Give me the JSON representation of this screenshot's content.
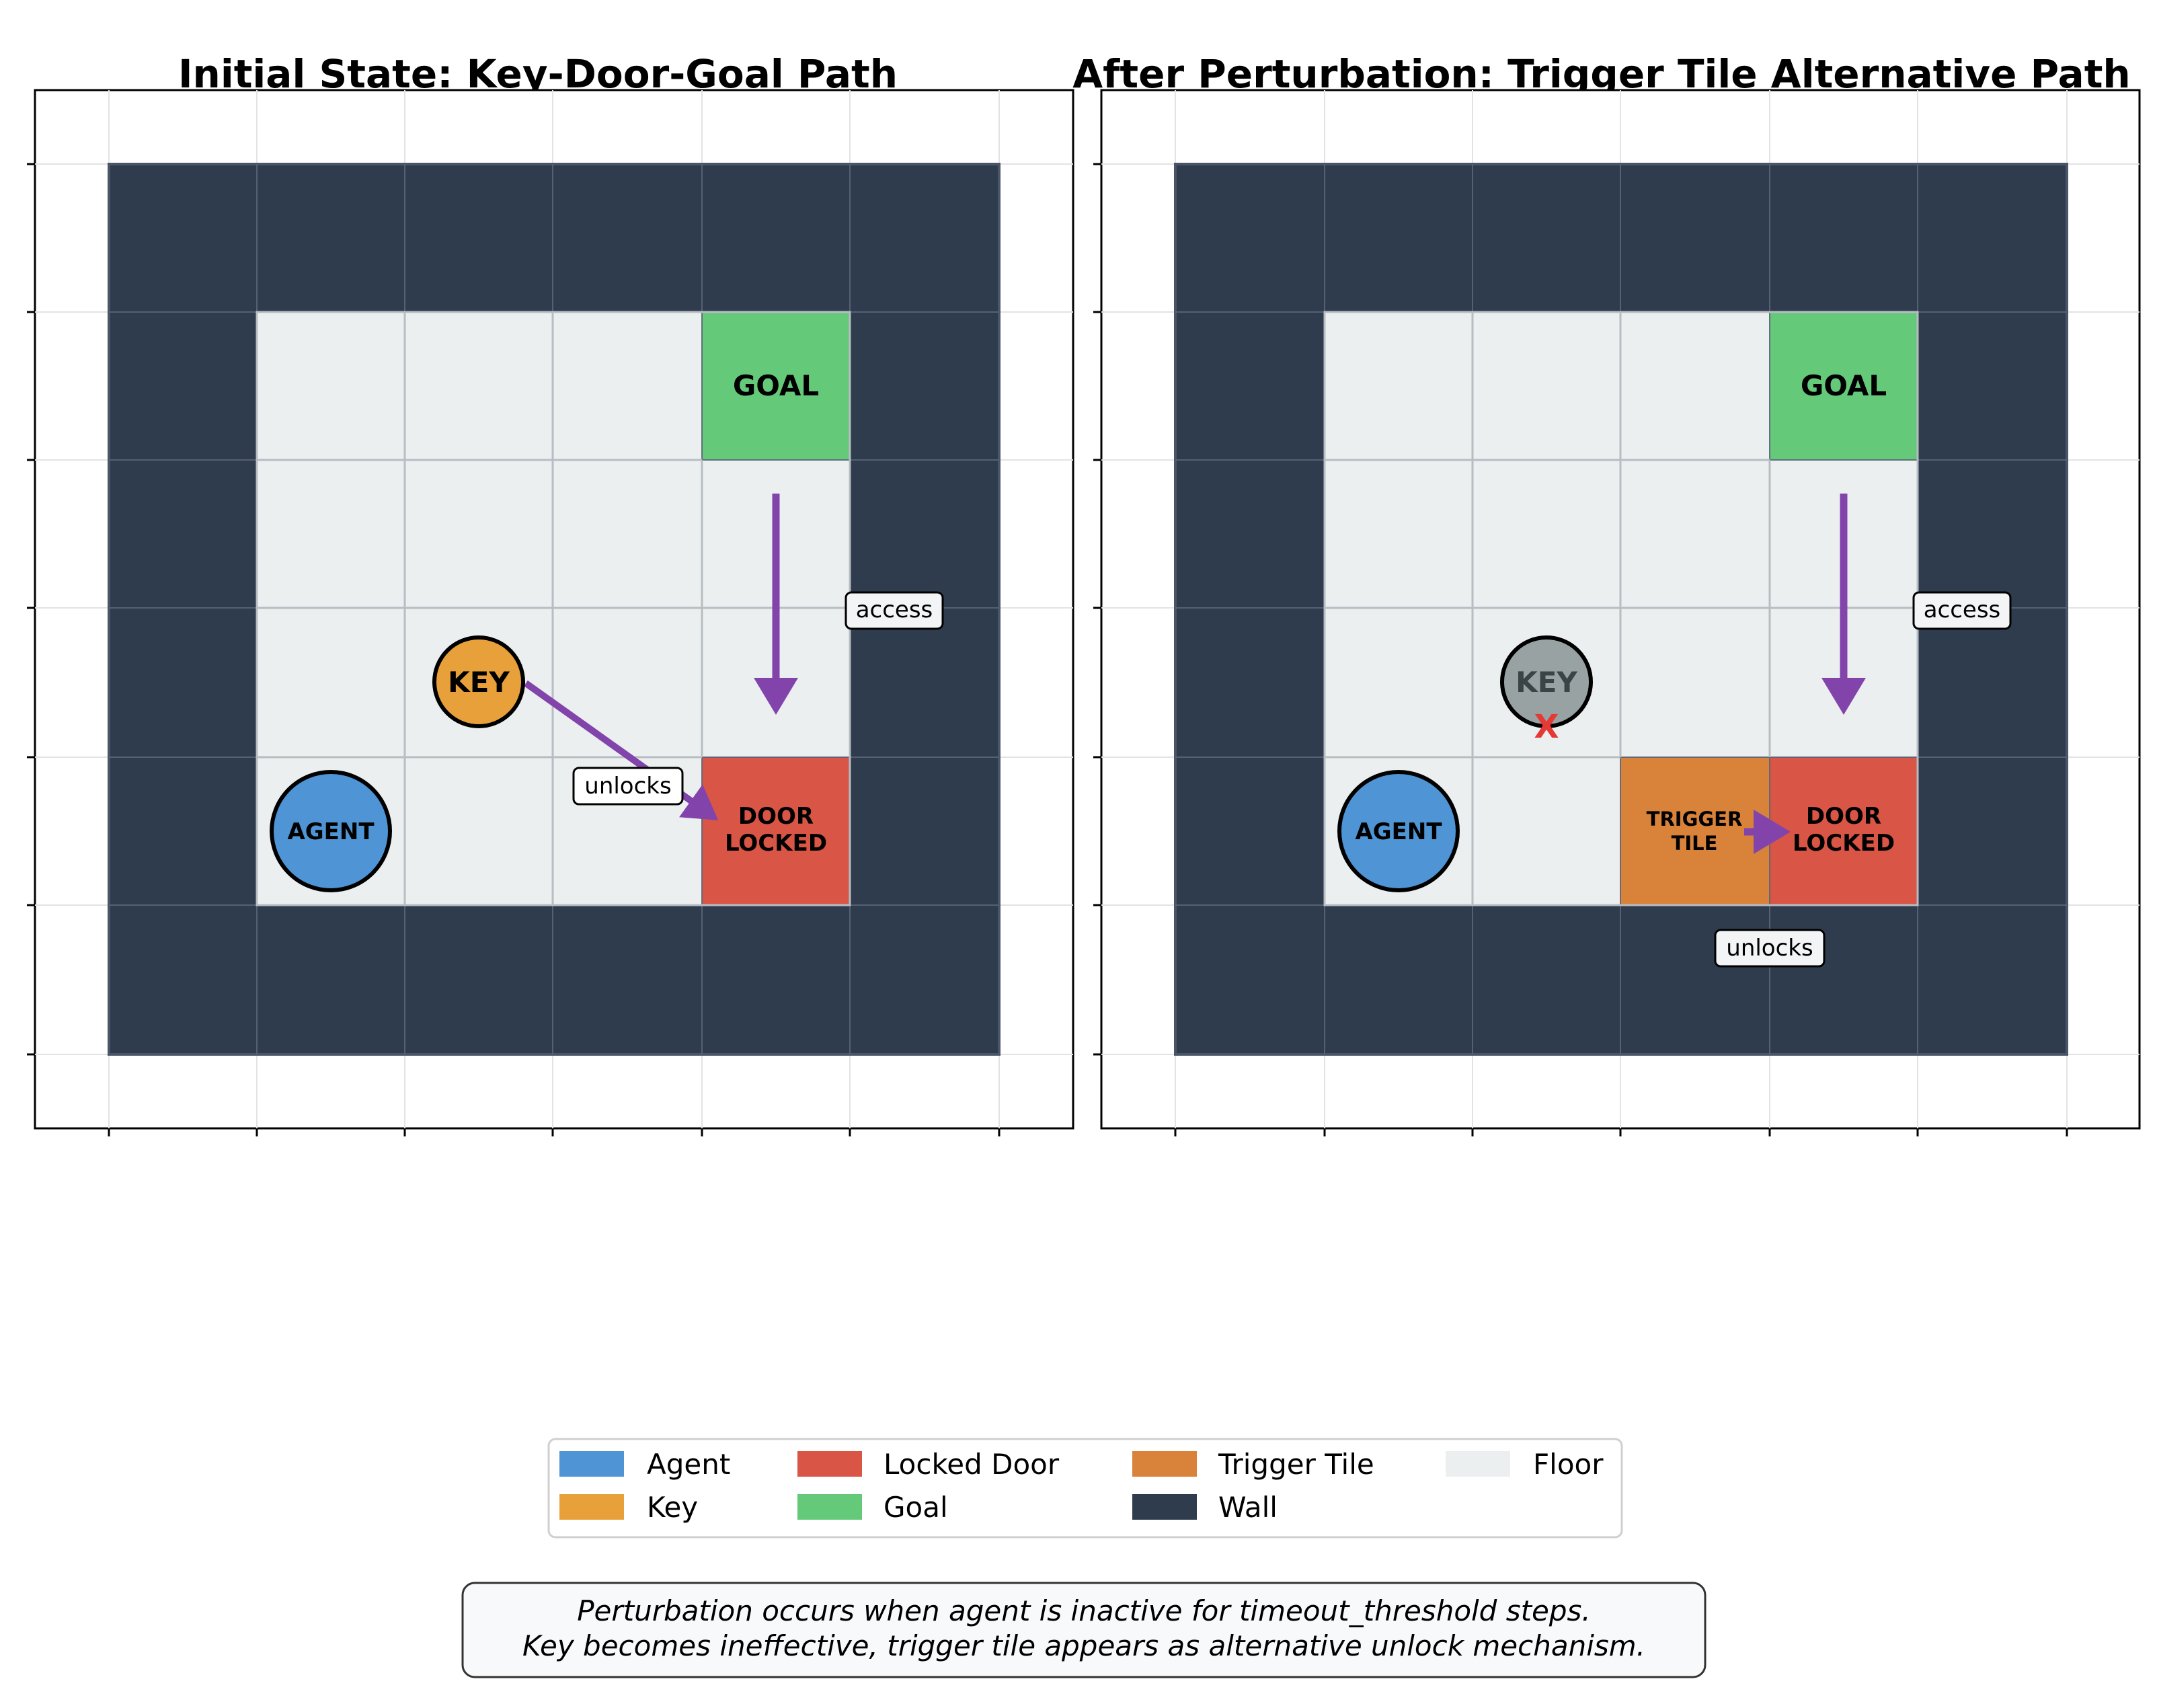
{
  "panels": [
    {
      "title": "Initial State: Key-Door-Goal Path",
      "goal_label": "GOAL",
      "door_label_1": "DOOR",
      "door_label_2": "LOCKED",
      "key_label": "KEY",
      "agent_label": "AGENT",
      "access_label": "access",
      "unlocks_label": "unlocks"
    },
    {
      "title": "After Perturbation: Trigger Tile Alternative Path",
      "goal_label": "GOAL",
      "door_label_1": "DOOR",
      "door_label_2": "LOCKED",
      "key_label": "KEY",
      "key_disabled_mark": "X",
      "agent_label": "AGENT",
      "trigger_label_1": "TRIGGER",
      "trigger_label_2": "TILE",
      "access_label": "access",
      "unlocks_label": "unlocks"
    }
  ],
  "legend": [
    {
      "label": "Agent",
      "color": "#4f94d4"
    },
    {
      "label": "Key",
      "color": "#e8a13a"
    },
    {
      "label": "Locked Door",
      "color": "#d95545"
    },
    {
      "label": "Goal",
      "color": "#65c97a"
    },
    {
      "label": "Trigger Tile",
      "color": "#d9823a"
    },
    {
      "label": "Wall",
      "color": "#2f3c4e"
    },
    {
      "label": "Floor",
      "color": "#ebeff0"
    }
  ],
  "note": {
    "line1": "Perturbation occurs when agent is inactive for timeout_threshold steps.",
    "line2": "Key becomes ineffective, trigger tile appears as alternative unlock mechanism."
  },
  "colors": {
    "wall": "#2f3c4e",
    "floor": "#ebeff0",
    "goal": "#65c97a",
    "door": "#d95545",
    "trigger": "#d9823a",
    "key": "#e8a13a",
    "key_disabled": "#98a2a3",
    "agent": "#4f94d4",
    "arrow": "#8244aa",
    "cross": "#e53935"
  }
}
